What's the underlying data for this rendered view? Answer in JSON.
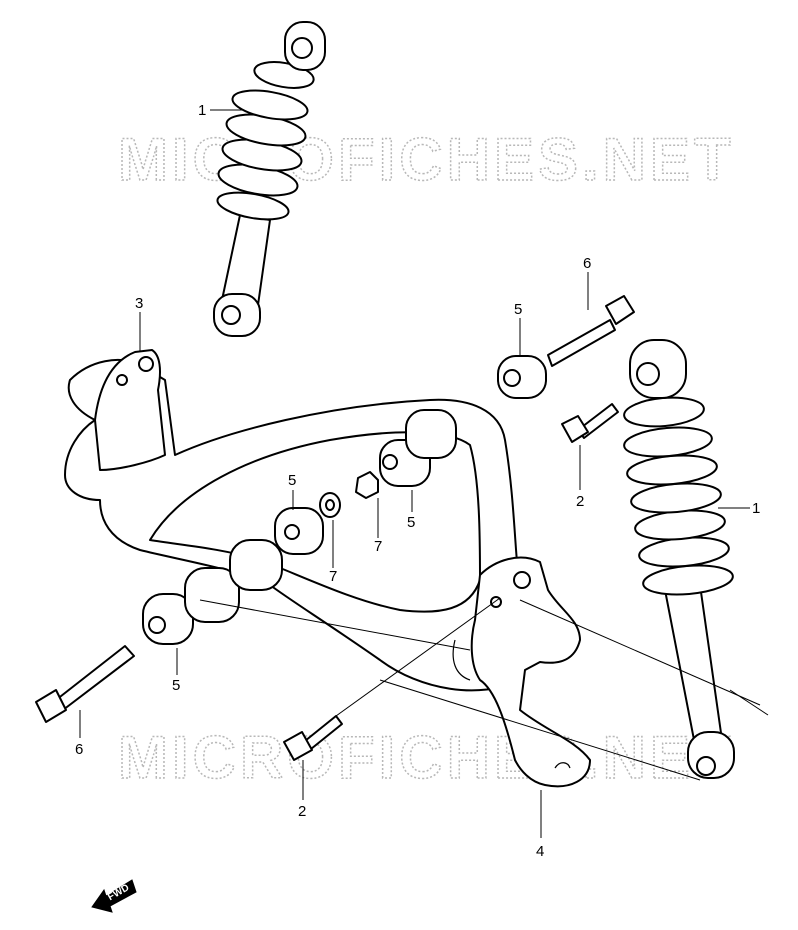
{
  "watermark": {
    "text": "MICROFICHES.NET"
  },
  "fwd_label": "FWD",
  "callouts": {
    "c1_top": "1",
    "c1_right": "1",
    "c2_right": "2",
    "c2_bottom": "2",
    "c3": "3",
    "c4": "4",
    "c5_top_right": "5",
    "c5_mid_left": "5",
    "c5_mid_right": "5",
    "c5_bottom_left": "5",
    "c6_top_right": "6",
    "c6_bottom_left": "6",
    "c7_left": "7",
    "c7_right": "7"
  }
}
